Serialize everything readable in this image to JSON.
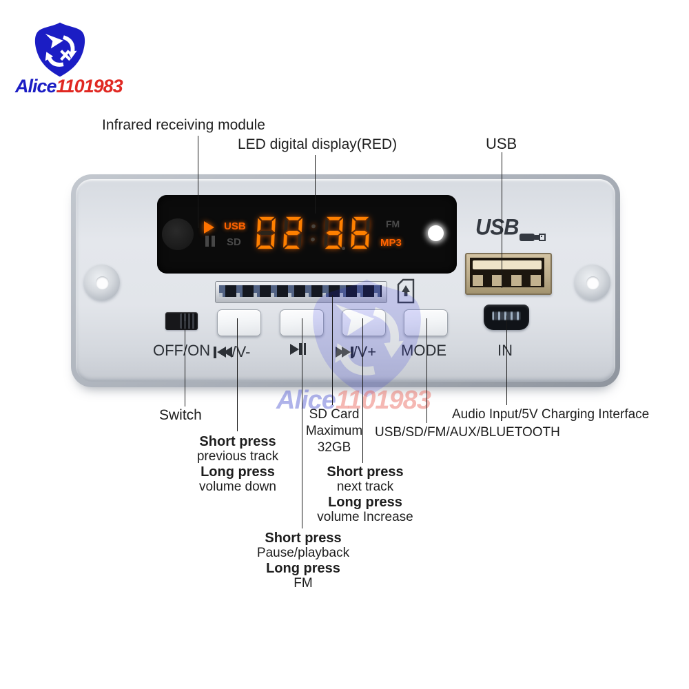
{
  "brand": {
    "blue": "Alice",
    "red": "1101983"
  },
  "watermark": {
    "blue": "Alice",
    "red": "1101983"
  },
  "callouts": {
    "infrared": "Infrared receiving module",
    "led": "LED digital display(RED)",
    "usb": "USB",
    "switch": "Switch",
    "sd": [
      "SD Card",
      "Maximum",
      "32GB"
    ],
    "mode": "USB/SD/FM/AUX/BLUETOOTH",
    "audio": "Audio Input/5V Charging Interface",
    "prev": [
      "Short press",
      "previous track",
      "Long press",
      "volume down"
    ],
    "play": [
      "Short press",
      "Pause/playback",
      "Long press",
      "FM"
    ],
    "next": [
      "Short press",
      "next track",
      "Long press",
      "volume Increase"
    ]
  },
  "display": {
    "value": "02:36",
    "usb": "USB",
    "sd": "SD",
    "fm": "FM",
    "mp3": "MP3",
    "lit_color": "#ff8000",
    "unlit_color": "#2c241a"
  },
  "silkscreen": {
    "usb_logo": "USB",
    "off_on": "OFF/ON",
    "prev_label": "/V-",
    "next_label": "/V+",
    "mode": "MODE",
    "in": "IN"
  },
  "colors": {
    "lit": "#ff6200",
    "dim": "#4a4a4a",
    "brand_blue": "#1b1dc4",
    "brand_red": "#e02822",
    "board_silver": "#dde1e6",
    "bezel_black": "#0b0b0b"
  }
}
